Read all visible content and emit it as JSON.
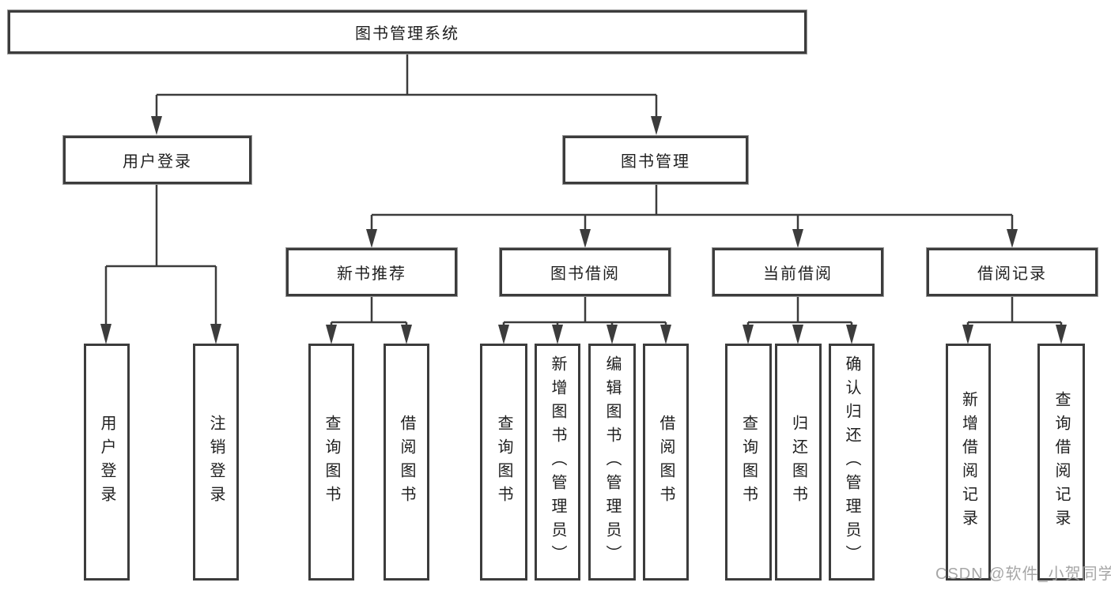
{
  "diagram": {
    "title": "图书管理系统",
    "root": {
      "label": "图书管理系统"
    },
    "level2": [
      {
        "id": "user-login",
        "label": "用户登录"
      },
      {
        "id": "book-management",
        "label": "图书管理"
      }
    ],
    "level3": [
      {
        "id": "new-book-recommend",
        "label": "新书推荐",
        "parent": "book-management"
      },
      {
        "id": "book-borrowing",
        "label": "图书借阅",
        "parent": "book-management"
      },
      {
        "id": "current-borrowing",
        "label": "当前借阅",
        "parent": "book-management"
      },
      {
        "id": "borrowing-records",
        "label": "借阅记录",
        "parent": "book-management"
      }
    ],
    "leaves": [
      {
        "id": "user-login-leaf",
        "label": "用户登录",
        "parent": "user-login"
      },
      {
        "id": "logout",
        "label": "注销登录",
        "parent": "user-login"
      },
      {
        "id": "query-books-1",
        "label": "查询图书",
        "parent": "new-book-recommend"
      },
      {
        "id": "borrow-books-1",
        "label": "借阅图书",
        "parent": "new-book-recommend"
      },
      {
        "id": "query-books-2",
        "label": "查询图书",
        "parent": "book-borrowing"
      },
      {
        "id": "add-book-admin",
        "label": "新增图书（管理员）",
        "parent": "book-borrowing"
      },
      {
        "id": "edit-book-admin",
        "label": "编辑图书（管理员）",
        "parent": "book-borrowing"
      },
      {
        "id": "borrow-books-2",
        "label": "借阅图书",
        "parent": "book-borrowing"
      },
      {
        "id": "query-books-3",
        "label": "查询图书",
        "parent": "current-borrowing"
      },
      {
        "id": "return-books",
        "label": "归还图书",
        "parent": "current-borrowing"
      },
      {
        "id": "confirm-return-admin",
        "label": "确认归还（管理员）",
        "parent": "current-borrowing"
      },
      {
        "id": "add-borrow-record",
        "label": "新增借阅记录",
        "parent": "borrowing-records"
      },
      {
        "id": "query-borrow-record",
        "label": "查询借阅记录",
        "parent": "borrowing-records"
      }
    ],
    "colors": {
      "line": "#3c3c3c",
      "box_border": "#3c3c3c",
      "box_background": "#ffffff",
      "text": "#1f1f1f",
      "watermark": "#9e9e9e"
    },
    "watermark": "CSDN @软件_小贺同学"
  }
}
